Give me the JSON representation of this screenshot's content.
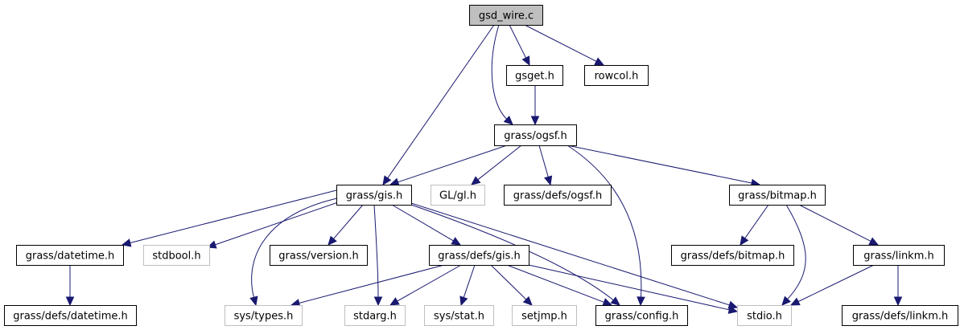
{
  "graph": {
    "title": "gsd_wire.c include dependency graph",
    "colors": {
      "edge": "#191970",
      "node_border": "#000000",
      "external_border": "#bfbfbf",
      "root_fill": "#bfbfbf",
      "node_fill": "#ffffff"
    },
    "nodes": [
      {
        "id": "gsd_wire_c",
        "label": "gsd_wire.c",
        "kind": "root"
      },
      {
        "id": "gsget_h",
        "label": "gsget.h",
        "kind": "local"
      },
      {
        "id": "rowcol_h",
        "label": "rowcol.h",
        "kind": "local"
      },
      {
        "id": "grass_ogsf_h",
        "label": "grass/ogsf.h",
        "kind": "local"
      },
      {
        "id": "grass_gis_h",
        "label": "grass/gis.h",
        "kind": "local"
      },
      {
        "id": "gl_gl_h",
        "label": "GL/gl.h",
        "kind": "external"
      },
      {
        "id": "grass_defs_ogsf_h",
        "label": "grass/defs/ogsf.h",
        "kind": "local"
      },
      {
        "id": "grass_bitmap_h",
        "label": "grass/bitmap.h",
        "kind": "local"
      },
      {
        "id": "grass_datetime_h",
        "label": "grass/datetime.h",
        "kind": "local"
      },
      {
        "id": "stdbool_h",
        "label": "stdbool.h",
        "kind": "external"
      },
      {
        "id": "grass_version_h",
        "label": "grass/version.h",
        "kind": "local"
      },
      {
        "id": "grass_defs_gis_h",
        "label": "grass/defs/gis.h",
        "kind": "local"
      },
      {
        "id": "grass_defs_bitmap_h",
        "label": "grass/defs/bitmap.h",
        "kind": "local"
      },
      {
        "id": "grass_linkm_h",
        "label": "grass/linkm.h",
        "kind": "local"
      },
      {
        "id": "grass_defs_datetime_h",
        "label": "grass/defs/datetime.h",
        "kind": "local"
      },
      {
        "id": "sys_types_h",
        "label": "sys/types.h",
        "kind": "external"
      },
      {
        "id": "stdarg_h",
        "label": "stdarg.h",
        "kind": "external"
      },
      {
        "id": "sys_stat_h",
        "label": "sys/stat.h",
        "kind": "external"
      },
      {
        "id": "setjmp_h",
        "label": "setjmp.h",
        "kind": "external"
      },
      {
        "id": "grass_config_h",
        "label": "grass/config.h",
        "kind": "local"
      },
      {
        "id": "stdio_h",
        "label": "stdio.h",
        "kind": "external"
      },
      {
        "id": "grass_defs_linkm_h",
        "label": "grass/defs/linkm.h",
        "kind": "local"
      }
    ],
    "edges": [
      {
        "from": "gsd_wire_c",
        "to": "grass_gis_h"
      },
      {
        "from": "gsd_wire_c",
        "to": "grass_ogsf_h"
      },
      {
        "from": "gsd_wire_c",
        "to": "gsget_h"
      },
      {
        "from": "gsd_wire_c",
        "to": "rowcol_h"
      },
      {
        "from": "gsget_h",
        "to": "grass_ogsf_h"
      },
      {
        "from": "grass_ogsf_h",
        "to": "grass_gis_h"
      },
      {
        "from": "grass_ogsf_h",
        "to": "gl_gl_h"
      },
      {
        "from": "grass_ogsf_h",
        "to": "grass_defs_ogsf_h"
      },
      {
        "from": "grass_ogsf_h",
        "to": "grass_config_h"
      },
      {
        "from": "grass_ogsf_h",
        "to": "grass_bitmap_h"
      },
      {
        "from": "grass_gis_h",
        "to": "grass_datetime_h"
      },
      {
        "from": "grass_gis_h",
        "to": "stdbool_h"
      },
      {
        "from": "grass_gis_h",
        "to": "sys_types_h"
      },
      {
        "from": "grass_gis_h",
        "to": "grass_version_h"
      },
      {
        "from": "grass_gis_h",
        "to": "stdarg_h"
      },
      {
        "from": "grass_gis_h",
        "to": "grass_defs_gis_h"
      },
      {
        "from": "grass_gis_h",
        "to": "grass_config_h"
      },
      {
        "from": "grass_gis_h",
        "to": "stdio_h"
      },
      {
        "from": "grass_datetime_h",
        "to": "grass_defs_datetime_h"
      },
      {
        "from": "grass_defs_gis_h",
        "to": "sys_types_h"
      },
      {
        "from": "grass_defs_gis_h",
        "to": "stdarg_h"
      },
      {
        "from": "grass_defs_gis_h",
        "to": "sys_stat_h"
      },
      {
        "from": "grass_defs_gis_h",
        "to": "setjmp_h"
      },
      {
        "from": "grass_defs_gis_h",
        "to": "grass_config_h"
      },
      {
        "from": "grass_defs_gis_h",
        "to": "stdio_h"
      },
      {
        "from": "grass_bitmap_h",
        "to": "grass_defs_bitmap_h"
      },
      {
        "from": "grass_bitmap_h",
        "to": "stdio_h"
      },
      {
        "from": "grass_bitmap_h",
        "to": "grass_linkm_h"
      },
      {
        "from": "grass_linkm_h",
        "to": "stdio_h"
      },
      {
        "from": "grass_linkm_h",
        "to": "grass_defs_linkm_h"
      }
    ]
  }
}
